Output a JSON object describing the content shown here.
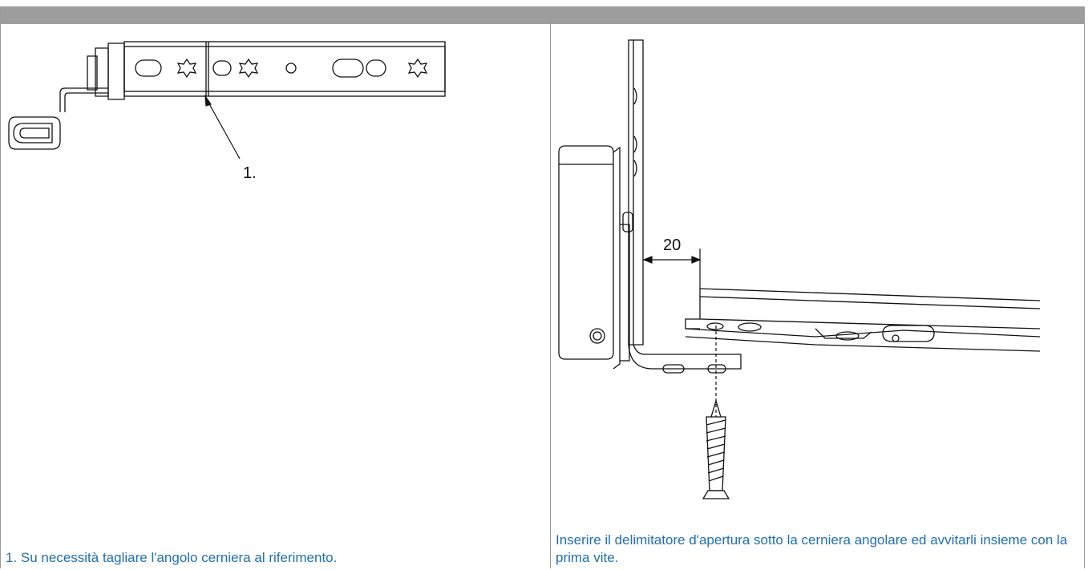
{
  "left_panel": {
    "callout_label": "1.",
    "caption": "1. Su necessità tagliare l'angolo cerniera al riferimento."
  },
  "right_panel": {
    "dimension_label": "20",
    "caption": "Inserire il delimitatore d'apertura sotto la cerniera angolare ed avvitarli insieme con la prima vite."
  },
  "colors": {
    "header_bar": "#9d9d9d",
    "caption_text": "#1f6fb3",
    "line_art": "#111111"
  }
}
